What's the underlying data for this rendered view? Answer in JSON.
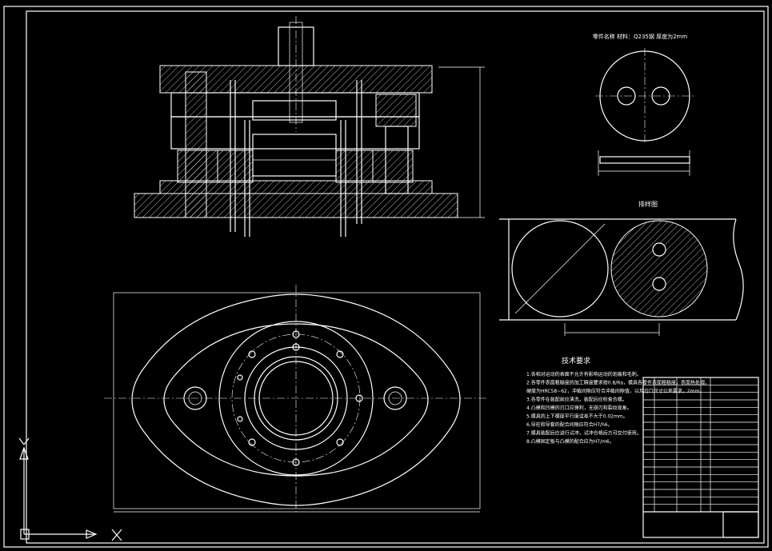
{
  "strip_layout": {
    "title": "排样图",
    "material_note": "零件名称 材料：Q235钢 厚度为2mm"
  },
  "technical_requirements": {
    "title": "技术要求",
    "items": [
      "1.各相对运动的表面不允许有影响运动的划痕和毛刺。",
      "2.各零件表面粗糙度的加工精度要求按0.8/Ra，模具各零件表面粗糙度，表面热处理。",
      "  硬度为HRC58~62，冲裁间隙应符合冲裁间隙值，以及刃口尺寸公差要求，2mm。",
      "3.各零件在装配前应清洗，装配后应检查合模。",
      "4.凸模和凹模的刃口应锋利，无崩刃和裂纹现象。",
      "5.模具的上下模座平行度误差不大于0.02mm。",
      "6.导柱和导套的配合间隙应符合H7/h6。",
      "7.模具装配后应进行试冲，试冲合格后方可交付使用。",
      "8.凸模固定板与凸模的配合应为H7/m6。"
    ]
  },
  "title_block": {
    "rows": 18,
    "cols": 5
  },
  "colors": {
    "background": "#000000",
    "lines": "#ffffff"
  }
}
